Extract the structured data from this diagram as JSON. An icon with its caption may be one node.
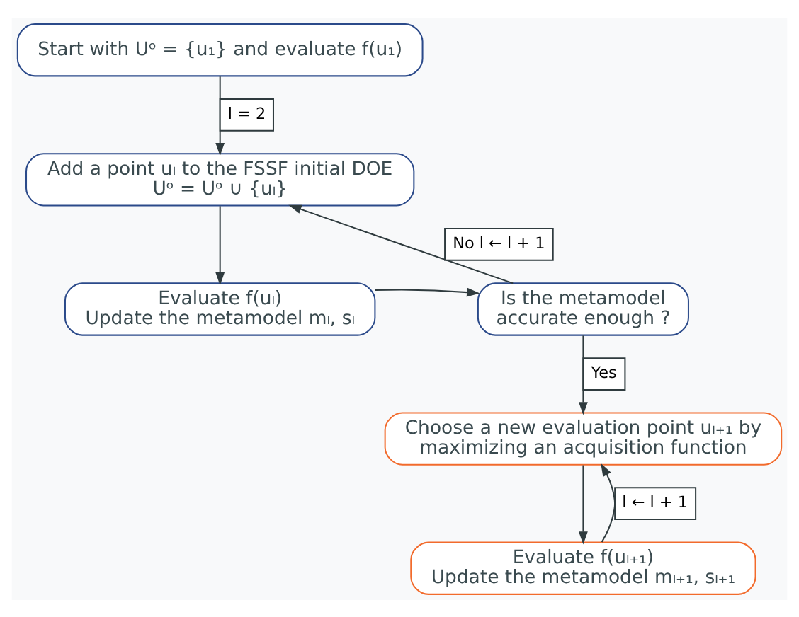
{
  "diagram": {
    "nodes": [
      {
        "text": [
          "Start with Uᵒ = {u₁} and evaluate f(u₁)"
        ]
      },
      {
        "text": [
          "Add a point uₗ to the FSSF initial DOE",
          "Uᵒ = Uᵒ ∪ {uₗ}"
        ]
      },
      {
        "text": [
          "Evaluate f(uₗ)",
          "Update the metamodel mₗ, sₗ"
        ]
      },
      {
        "text": [
          "Is the metamodel accurate enough ?"
        ]
      },
      {
        "text": [
          "Choose a new evaluation point uₗ₊₁ by maximizing an acquisition function"
        ]
      },
      {
        "text": [
          "Evaluate f(uₗ₊₁)",
          "Update the metamodel mₗ₊₁, sₗ₊₁"
        ]
      }
    ],
    "edges": [
      {
        "from": 0,
        "to": 1,
        "arrow": "to",
        "label": "l = 2"
      },
      {
        "from": 1,
        "to": 2,
        "arrow": "to"
      },
      {
        "from": 2,
        "to": 3,
        "arrow": "to"
      },
      {
        "from": 3,
        "to": 1,
        "arrow": "to",
        "label": "No l ← l + 1"
      },
      {
        "from": 3,
        "to": 4,
        "arrow": "to",
        "label": "Yes"
      },
      {
        "from": 4,
        "to": 5,
        "arrow": "to"
      },
      {
        "from": 5,
        "to": 4,
        "arrow": "to",
        "label": "l ← l + 1"
      }
    ]
  }
}
